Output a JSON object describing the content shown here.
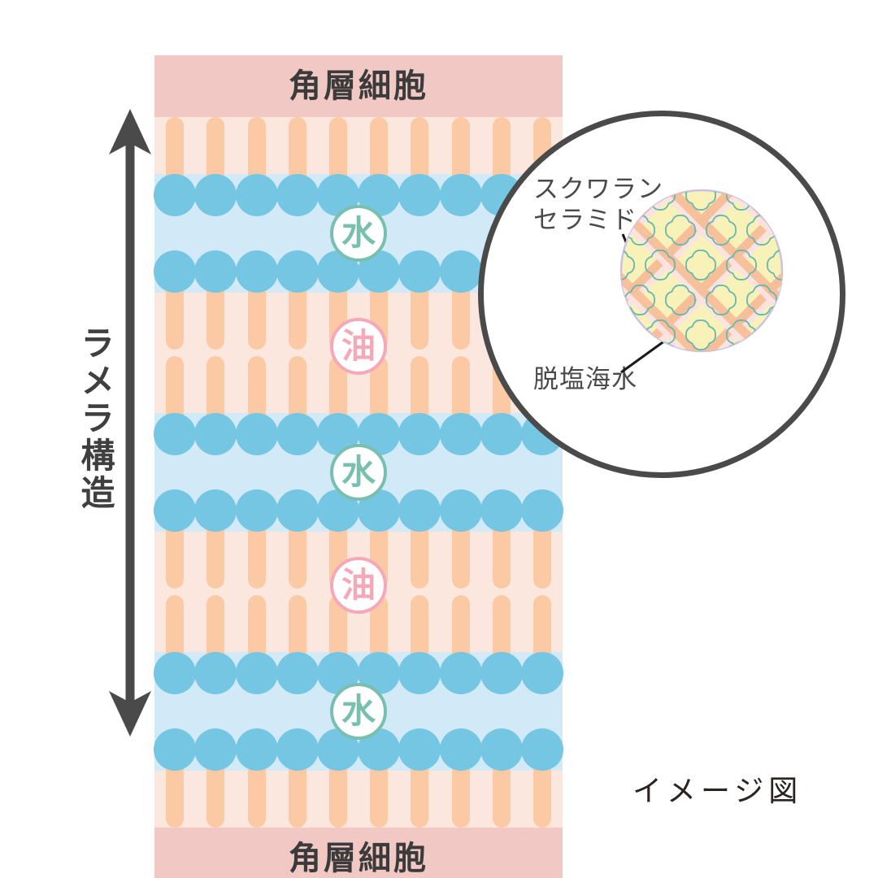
{
  "diagram": {
    "title_vertical": "ラメラ構造",
    "footer_note": "イメージ図",
    "corneocyte_top_label": "角層細胞",
    "corneocyte_bottom_label": "角層細胞",
    "badges": [
      {
        "id": "water-1",
        "text": "水",
        "kind": "water"
      },
      {
        "id": "oil-1",
        "text": "油",
        "kind": "oil"
      },
      {
        "id": "water-2",
        "text": "水",
        "kind": "water"
      },
      {
        "id": "oil-2",
        "text": "油",
        "kind": "oil"
      },
      {
        "id": "water-3",
        "text": "水",
        "kind": "water"
      }
    ],
    "magnifier": {
      "label_squalane_line1": "スクワラン",
      "label_squalane_line2": "セラミド",
      "label_seawater": "脱塩海水"
    },
    "colors": {
      "corneocyte_band": "#F2C8C4",
      "oil_band": "#FCE7DE",
      "water_band": "#D2E9F7",
      "lipid_tail": "#FBC9A4",
      "lipid_head": "#74C6E3",
      "badge_water": "#78BFAE",
      "badge_oil": "#F6A8B8",
      "arrow": "#4A4A4A",
      "magnifier_stroke": "#4A4A4A",
      "label_text": "#4A4A4A",
      "lattice_background": "#F8F1B8",
      "lattice_stripe_orange": "#F7BE9A",
      "lattice_stripe_pink": "#FBE3E2",
      "droplet_outline": "#67B8AE",
      "droplet_fill": "#BFE0EE"
    }
  }
}
